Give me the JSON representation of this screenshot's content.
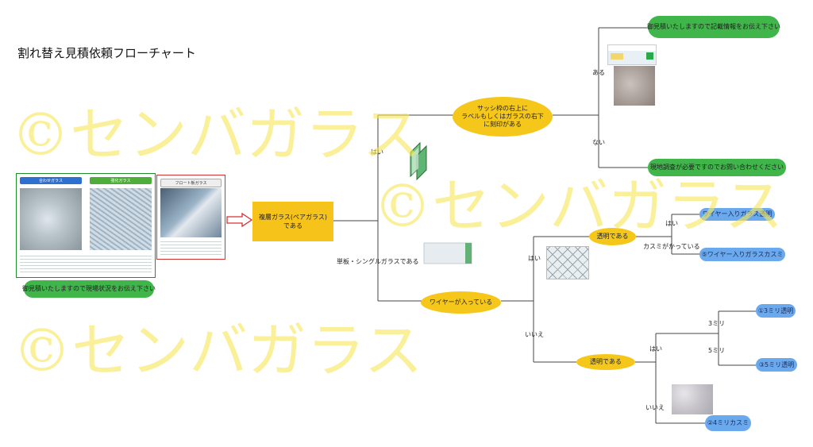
{
  "title": "割れ替え見積依頼フローチャート",
  "watermark": "©センバガラス",
  "colors": {
    "green": "#3fb54a",
    "yellow": "#f5c71a",
    "blue": "#6aa9ee",
    "line": "#444444",
    "watermark": "#f7e65a",
    "card_border_green": "#1a8f2a",
    "card_border_red": "#d63030"
  },
  "glass_cards": {
    "laminated_title": "合わせガラス",
    "tempered_title": "強化ガラス",
    "float_title": "フロート板ガラス"
  },
  "nodes": {
    "request_photo": "御見積いたしますので現場状況をお伝え下さい",
    "pair_glass": "複層ガラス(ペアガラス)\nである",
    "sash_label": "サッシ枠の右上に\nラベルもしくはガラスの右下\nに刻印がある",
    "request_label_info": "御見積いたしますので記載情報をお伝え下さい",
    "onsite_survey": "現地調査が必要ですのでお問い合わせください",
    "single_glass": "単板・シングルガラスである",
    "wire_included": "ワイヤーが入っている",
    "wire_clear": "透明である",
    "wire_transparent": "ワイヤー入りガラス透明",
    "wire_frosted": "⑤ワイヤー入りガラスカスミ",
    "plain_clear": "透明である",
    "clear_3mm": "①3ミリ透明",
    "clear_5mm": "③5ミリ透明",
    "frosted_4mm": "②4ミリカスミ"
  },
  "edge_labels": {
    "yes_pair": "はい",
    "aru": "ある",
    "nai": "ない",
    "yes_wire": "はい",
    "no_wire": "いいえ",
    "yes_wire_clear": "はい",
    "kasumi": "カスミがかっている",
    "yes_plain": "はい",
    "no_plain": "いいえ",
    "mm3": "3ミリ",
    "mm5": "5ミリ"
  },
  "icons": {
    "arrow": "hollow-right-arrow-icon",
    "pair_glass_image": "pair-glass-cross-section",
    "single_glass_image": "single-glass-pane",
    "wire_glass_image": "wire-mesh-glass",
    "frosted_glass_image": "frosted-glass",
    "label_photo": "sash-label-photo"
  }
}
